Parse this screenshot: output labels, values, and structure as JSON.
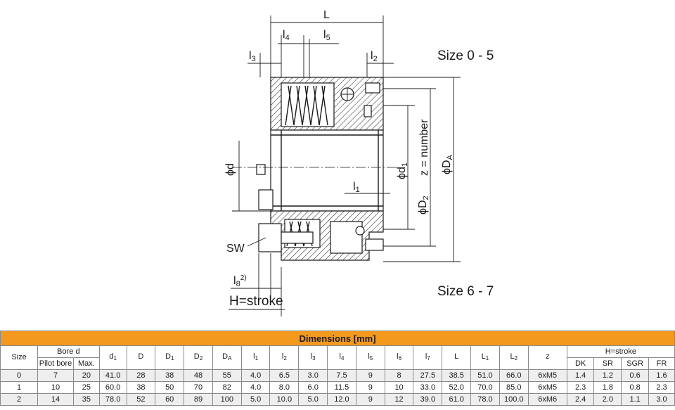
{
  "drawing": {
    "label_L": "L",
    "label_l4": "l",
    "label_l4_sub": "4",
    "label_l5": "l",
    "label_l5_sub": "5",
    "label_l3": "l",
    "label_l3_sub": "3",
    "label_l2": "l",
    "label_l2_sub": "2",
    "label_l1": "l",
    "label_l1_sub": "1",
    "label_l8": "l",
    "label_l8_sub": "8",
    "label_l8_sup": "2)",
    "label_d": "ϕd",
    "label_d1": "ϕd",
    "label_d1_sub": "1",
    "label_D2": "ϕD",
    "label_D2_sub": "2",
    "label_DA": "ϕD",
    "label_DA_sub": "A",
    "label_z": "z = number",
    "label_SW": "SW",
    "label_H": "H=stroke",
    "size_top": "Size 0 - 5",
    "size_bottom": "Size 6 - 7"
  },
  "table": {
    "title": "Dimensions [mm]",
    "h_size": "Size",
    "h_bore": "Bore d",
    "h_pilot": "Pilot bore",
    "h_max": "Max.",
    "h_hstroke": "H=stroke",
    "cols": [
      {
        "b": "d",
        "s": "1"
      },
      {
        "b": "D",
        "s": ""
      },
      {
        "b": "D",
        "s": "1"
      },
      {
        "b": "D",
        "s": "2"
      },
      {
        "b": "D",
        "s": "A"
      },
      {
        "b": "l",
        "s": "1"
      },
      {
        "b": "l",
        "s": "2"
      },
      {
        "b": "l",
        "s": "3"
      },
      {
        "b": "l",
        "s": "4"
      },
      {
        "b": "l",
        "s": "5"
      },
      {
        "b": "l",
        "s": "6"
      },
      {
        "b": "l",
        "s": "7"
      },
      {
        "b": "L",
        "s": ""
      },
      {
        "b": "L",
        "s": "1"
      },
      {
        "b": "L",
        "s": "2"
      },
      {
        "b": "z",
        "s": ""
      }
    ],
    "stroke_cols": [
      "DK",
      "SR",
      "SGR",
      "FR"
    ],
    "rows": [
      [
        "0",
        "7",
        "20",
        "41.0",
        "28",
        "38",
        "48",
        "55",
        "4.0",
        "6.5",
        "3.0",
        "7.5",
        "9",
        "8",
        "27.5",
        "38.5",
        "51.0",
        "66.0",
        "6xM5",
        "1.4",
        "1.2",
        "0.6",
        "1.6"
      ],
      [
        "1",
        "10",
        "25",
        "60.0",
        "38",
        "50",
        "70",
        "82",
        "4.0",
        "8.0",
        "6.0",
        "11.5",
        "9",
        "10",
        "33.0",
        "52.0",
        "70.0",
        "85.0",
        "6xM5",
        "2.3",
        "1.8",
        "0.8",
        "2.3"
      ],
      [
        "2",
        "14",
        "35",
        "78.0",
        "52",
        "60",
        "89",
        "100",
        "5.0",
        "10.0",
        "5.0",
        "12.0",
        "9",
        "12",
        "39.0",
        "61.0",
        "78.0",
        "100.0",
        "6xM6",
        "2.4",
        "2.0",
        "1.1",
        "3.0"
      ]
    ]
  }
}
